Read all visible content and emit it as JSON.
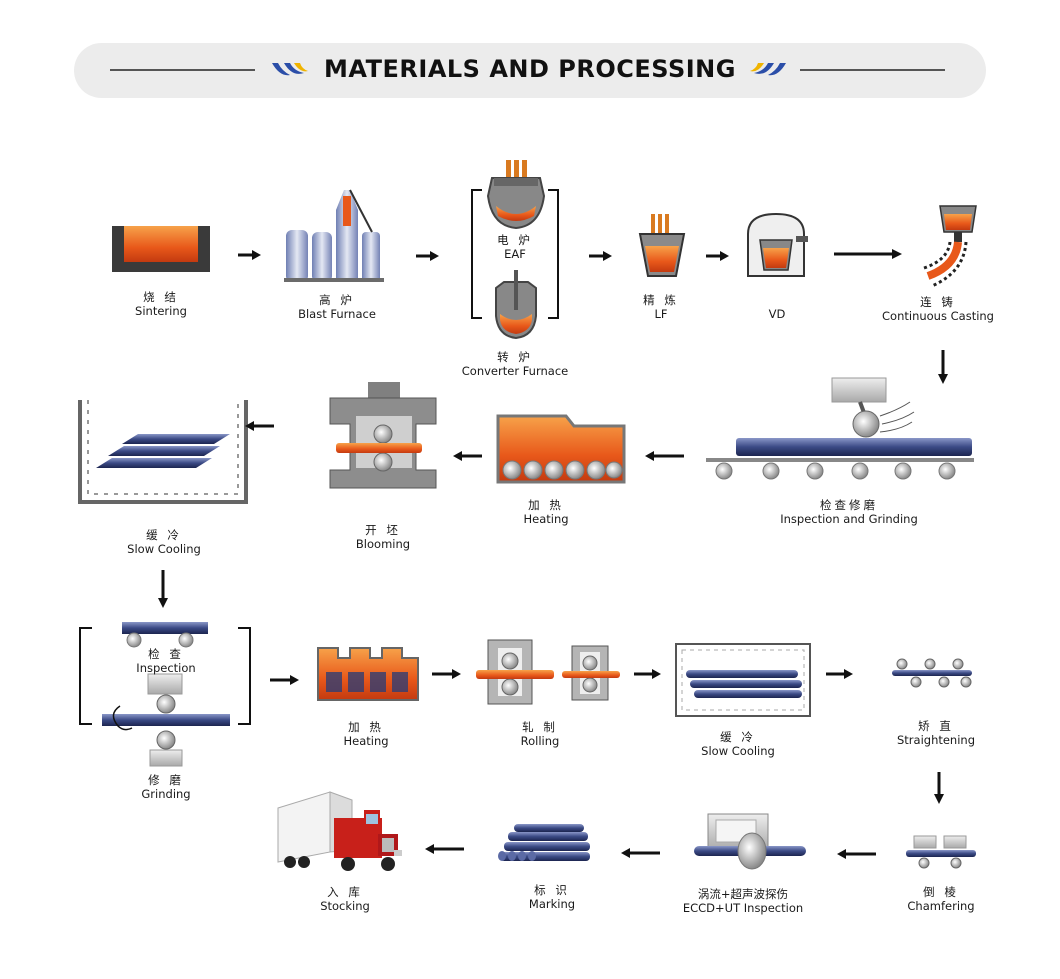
{
  "title": "MATERIALS AND PROCESSING",
  "colors": {
    "molten": "#e8581a",
    "steel": "#2f3d73",
    "gray": "#b9b9b9",
    "arrow": "#111111"
  },
  "steps": {
    "sintering": {
      "cn": "烧 结",
      "en": "Sintering"
    },
    "blast_furnace": {
      "cn": "高 炉",
      "en": "Blast Furnace"
    },
    "eaf": {
      "cn": "电 炉",
      "en": "EAF"
    },
    "converter": {
      "cn": "转 炉",
      "en": "Converter Furnace"
    },
    "lf": {
      "cn": "精 炼",
      "en": "LF"
    },
    "vd": {
      "en": "VD"
    },
    "continuous_casting": {
      "cn": "连 铸",
      "en": "Continuous Casting"
    },
    "inspection_grinding": {
      "cn": "检查修磨",
      "en": "Inspection and Grinding"
    },
    "heating1": {
      "cn": "加 热",
      "en": "Heating"
    },
    "blooming": {
      "cn": "开 坯",
      "en": "Blooming"
    },
    "slow_cooling1": {
      "cn": "缓 冷",
      "en": "Slow Cooling"
    },
    "inspection": {
      "cn": "检 查",
      "en": "Inspection"
    },
    "grinding": {
      "cn": "修 磨",
      "en": "Grinding"
    },
    "heating2": {
      "cn": "加 热",
      "en": "Heating"
    },
    "rolling": {
      "cn": "轧 制",
      "en": "Rolling"
    },
    "slow_cooling2": {
      "cn": "缓 冷",
      "en": "Slow Cooling"
    },
    "straightening": {
      "cn": "矫 直",
      "en": "Straightening"
    },
    "chamfering": {
      "cn": "倒 棱",
      "en": "Chamfering"
    },
    "eccd_ut": {
      "cn": "涡流+超声波探伤",
      "en": "ECCD+UT Inspection"
    },
    "marking": {
      "cn": "标 识",
      "en": "Marking"
    },
    "stocking": {
      "cn": "入 库",
      "en": "Stocking"
    }
  }
}
